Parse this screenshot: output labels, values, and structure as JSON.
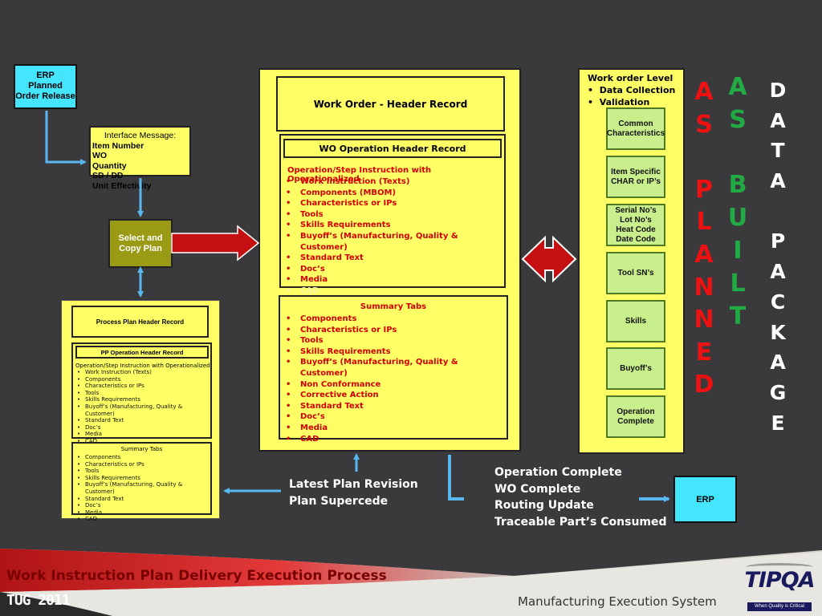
{
  "erp_top": {
    "lines": [
      "ERP",
      "Planned",
      "Order Release"
    ]
  },
  "interface_msg": {
    "title": "Interface Message:",
    "lines": [
      "Item Number",
      "WO",
      "Quantity",
      "SD / DD",
      "Unit Effectivity"
    ]
  },
  "select_copy": {
    "lines": [
      "Select and",
      "Copy Plan"
    ]
  },
  "process_plan": {
    "header": "Process Plan Header Record",
    "op_header": "PP Operation Header Record",
    "op_title": "Operation/Step Instruction with Operationalized",
    "op_items": [
      "Work Instruction (Texts)",
      "Components",
      "Characteristics or IPs",
      "Tools",
      "Skills Requirements",
      "Buyoff’s (Manufacturing, Quality & Customer)",
      "Standard Text",
      "Doc’s",
      "Media",
      "CAD"
    ],
    "summary_title": "Summary Tabs",
    "summary_items": [
      "Components",
      "Characteristics or IPs",
      "Tools",
      "Skills Requirements",
      "Buyoff’s (Manufacturing, Quality & Customer)",
      "Standard Text",
      "Doc’s",
      "Media",
      "CAD"
    ]
  },
  "work_order": {
    "header": "Work Order - Header Record",
    "op_header": "WO Operation Header Record",
    "op_title": "Operation/Step Instruction with Operationalized",
    "op_items": [
      "Work Instruction (Texts)",
      "Components (MBOM)",
      "Characteristics or IPs",
      "Tools",
      "Skills Requirements",
      "Buyoff’s (Manufacturing, Quality & Customer)",
      "Standard Text",
      "Doc’s",
      "Media",
      "CAD"
    ],
    "summary_title": "Summary Tabs",
    "summary_items": [
      "Components",
      "Characteristics or IPs",
      "Tools",
      "Skills Requirements",
      "Buyoff’s (Manufacturing, Quality & Customer)",
      "Non Conformance",
      "Corrective Action",
      "Standard Text",
      "Doc’s",
      "Media",
      "CAD"
    ]
  },
  "wo_level": {
    "title": "Work order Level",
    "bullets": [
      "Data Collection",
      "Validation"
    ],
    "boxes": [
      [
        "Common",
        "Characteristics"
      ],
      [
        "Item Specific",
        "CHAR or IP’s"
      ],
      [
        "Serial No’s",
        "Lot No’s",
        "Heat Code",
        "Date Code"
      ],
      [
        "Tool SN’s"
      ],
      [
        "Skills"
      ],
      [
        "Buyoff’s"
      ],
      [
        "Operation",
        "Complete"
      ]
    ]
  },
  "as_planned": {
    "letters": [
      "A",
      "S",
      "",
      "P",
      "L",
      "A",
      "N",
      "N",
      "E",
      "D"
    ],
    "color": "#ee1111"
  },
  "as_built": {
    "letters": [
      "A",
      "S",
      "",
      "B",
      "U",
      "I",
      "L",
      "T"
    ],
    "color": "#22aa44"
  },
  "data_package": {
    "letters": [
      "D",
      "A",
      "T",
      "A",
      "",
      "P",
      "A",
      "C",
      "K",
      "A",
      "G",
      "E"
    ],
    "color": "#ffffff"
  },
  "revision_text": [
    "Latest Plan Revision",
    "Plan Supercede"
  ],
  "completion_text": [
    "Operation Complete",
    "WO Complete",
    "Routing Update",
    "Traceable Part’s Consumed"
  ],
  "erp_bottom": {
    "label": "ERP"
  },
  "footer": {
    "title": "Work Instruction Plan Delivery Execution Process",
    "event": "TUG 2011",
    "subtitle": "Manufacturing Execution System",
    "logo": "TIPQA",
    "tagline": "When Quality is Critical"
  }
}
